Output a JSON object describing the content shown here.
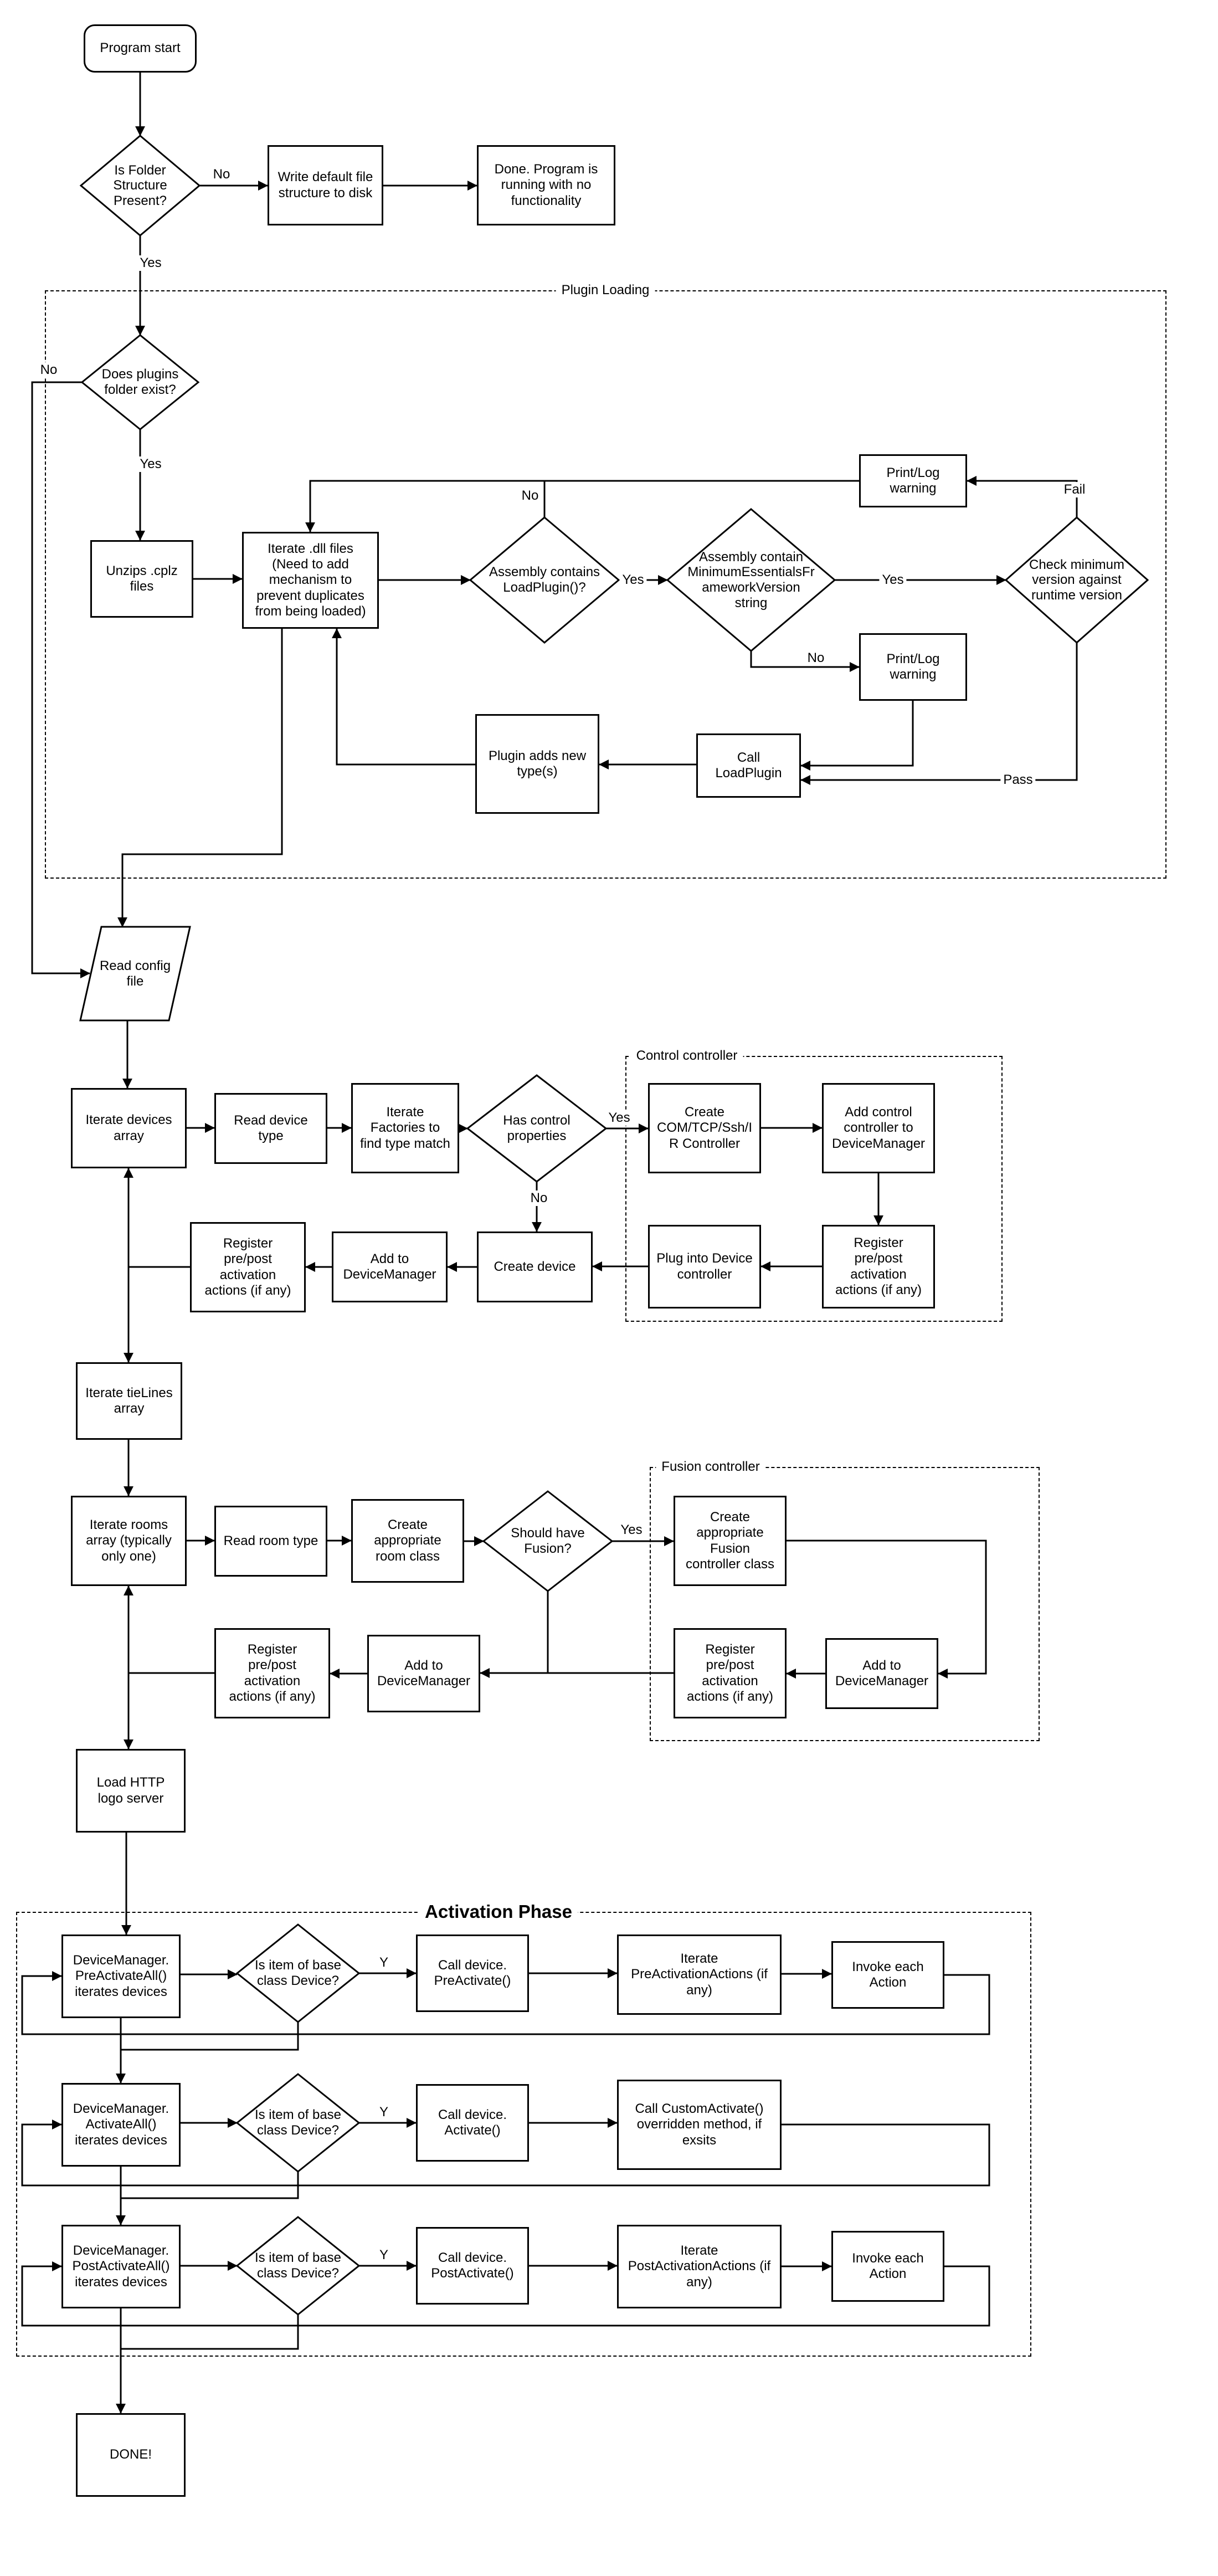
{
  "nodes": {
    "program_start": "Program start",
    "is_folder_structure": "Is Folder Structure Present?",
    "write_default": "Write default file structure to disk",
    "done_no_functionality": "Done.  Program is running with no functionality",
    "does_plugins_folder_exist": "Does plugins folder exist?",
    "unzips_cplz": "Unzips .cplz files",
    "iterate_dll": "Iterate .dll files (Need to add mechanism to prevent duplicates from being loaded)",
    "assembly_contains_loadplugin": "Assembly contains LoadPlugin()?",
    "assembly_contains_minver": "Assembly contain MinimumEssentialsFrameworkVersion string",
    "check_min_version": "Check minimum version against runtime version",
    "print_log_warning": "Print/Log warning",
    "call_loadplugin": "Call LoadPlugin",
    "plugin_adds_types": "Plugin adds new type(s)",
    "read_config_file": "Read config file",
    "iterate_devices": "Iterate devices array",
    "read_device_type": "Read device type",
    "iterate_factories": "Iterate Factories to find type match",
    "has_control_properties": "Has control properties",
    "create_controller": "Create COM/TCP/Ssh/IR Controller",
    "add_control_controller": "Add control controller to DeviceManager",
    "register_prepost": "Register pre/post activation actions (if any)",
    "plug_into_device_controller": "Plug into Device controller",
    "create_device": "Create device",
    "add_to_devicemanager": "Add to DeviceManager",
    "iterate_tielines": "Iterate tieLines array",
    "iterate_rooms": "Iterate rooms array (typically only one)",
    "read_room_type": "Read room type",
    "create_room_class": "Create appropriate room class",
    "should_have_fusion": "Should have Fusion?",
    "create_fusion_controller": "Create appropriate Fusion controller class",
    "load_http_logo_server": "Load HTTP logo server",
    "preactivateall": "DeviceManager. PreActivateAll() iterates devices",
    "is_item_base_device": "Is item of base class Device?",
    "call_preactivate": "Call device. PreActivate()",
    "iterate_preactivationactions": "Iterate PreActivationActions (if any)",
    "invoke_each_action": "Invoke each Action",
    "activateall": "DeviceManager. ActivateAll() iterates devices",
    "call_activate": "Call device. Activate()",
    "call_customactivate": "Call CustomActivate() overridden method, if exsits",
    "postactivateall": "DeviceManager. PostActivateAll() iterates devices",
    "call_postactivate": "Call device. PostActivate()",
    "iterate_postactivationactions": "Iterate PostActivationActions (if any)",
    "done": "DONE!"
  },
  "containers": {
    "plugin_loading": "Plugin Loading",
    "control_controller": "Control controller",
    "fusion_controller": "Fusion controller",
    "activation_phase": "Activation Phase"
  },
  "edge_labels": {
    "folder_no": "No",
    "folder_yes": "Yes",
    "plugins_no": "No",
    "plugins_yes": "Yes",
    "loadplugin_no": "No",
    "loadplugin_yes": "Yes",
    "minver_yes": "Yes",
    "minver_no": "No",
    "version_fail": "Fail",
    "version_pass": "Pass",
    "control_yes": "Yes",
    "control_no": "No",
    "fusion_yes": "Yes",
    "row1_y": "Y",
    "row2_y": "Y",
    "row3_y": "Y"
  }
}
